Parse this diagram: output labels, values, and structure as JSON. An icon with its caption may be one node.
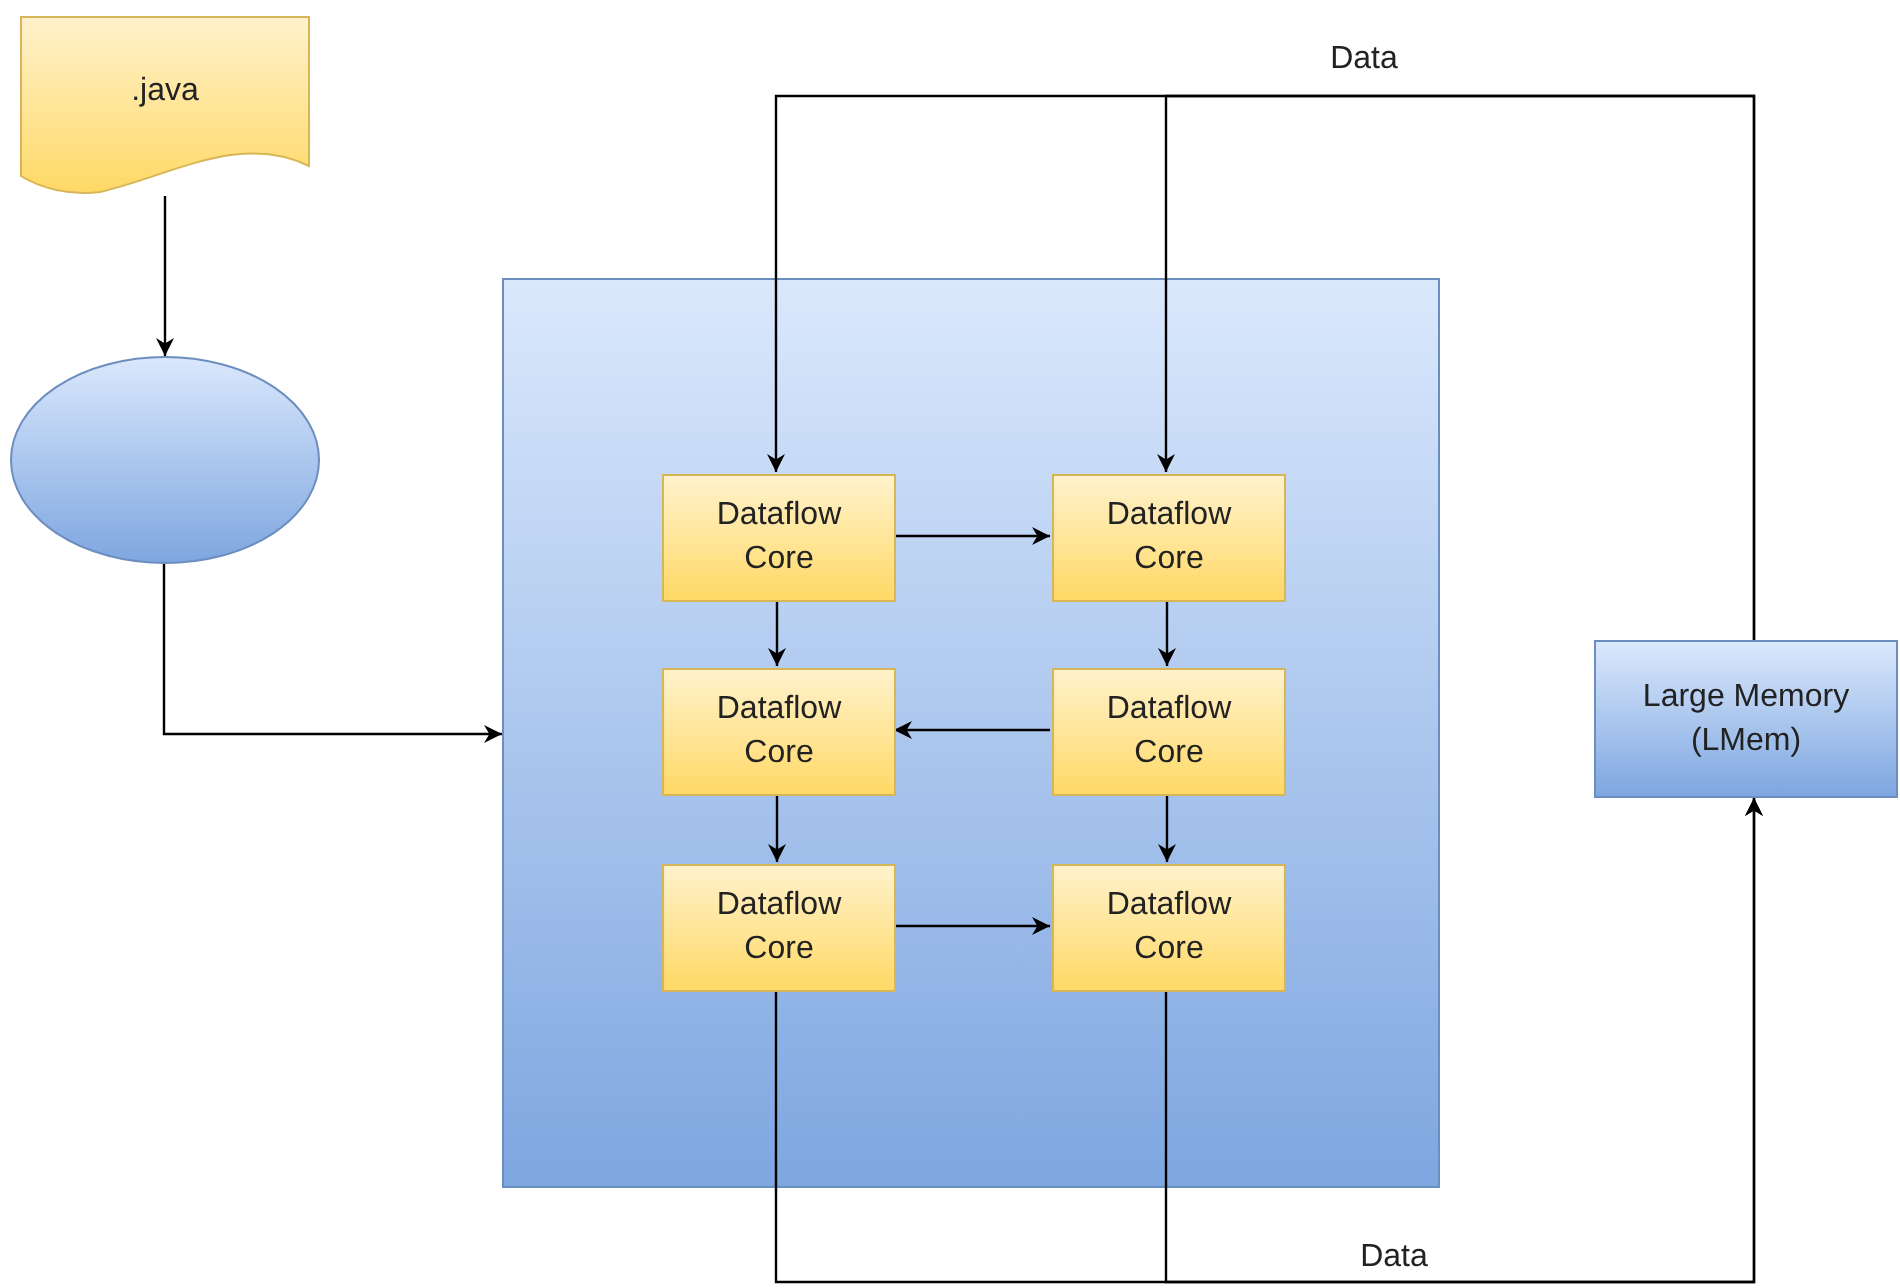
{
  "diagram": {
    "nodes": [
      {
        "text": [
          ".java"
        ]
      },
      {
        "text": [],
        "shape": "ellipse"
      },
      {
        "text": [],
        "shape": "box"
      },
      {
        "text": [
          "Dataflow Core"
        ],
        "in": 2
      },
      {
        "text": [
          "Dataflow Core"
        ],
        "in": 2
      },
      {
        "text": [
          "Dataflow Core"
        ],
        "in": 2
      },
      {
        "text": [
          "Dataflow Core"
        ],
        "in": 2
      },
      {
        "text": [
          "Dataflow Core"
        ],
        "in": 2
      },
      {
        "text": [
          "Dataflow Core"
        ],
        "in": 2
      },
      {
        "text": [
          "Large Memory (LMem)"
        ]
      }
    ],
    "edges": [
      {
        "from": 0,
        "to": 1,
        "arrow": "to"
      },
      {
        "from": 1,
        "to": 2,
        "arrow": "to"
      },
      {
        "from": 9,
        "to": 3,
        "arrow": "to",
        "label": "Data"
      },
      {
        "from": 9,
        "to": 4,
        "arrow": "to"
      },
      {
        "from": 3,
        "to": 4,
        "arrow": "to"
      },
      {
        "from": 3,
        "to": 5,
        "arrow": "to"
      },
      {
        "from": 4,
        "to": 6,
        "arrow": "to"
      },
      {
        "from": 6,
        "to": 5,
        "arrow": "to"
      },
      {
        "from": 5,
        "to": 7,
        "arrow": "to"
      },
      {
        "from": 6,
        "to": 8,
        "arrow": "to"
      },
      {
        "from": 7,
        "to": 8,
        "arrow": "to"
      },
      {
        "from": 7,
        "to": 9,
        "arrow": "to",
        "label": "Data"
      },
      {
        "from": 8,
        "to": 9,
        "arrow": "to"
      }
    ]
  }
}
